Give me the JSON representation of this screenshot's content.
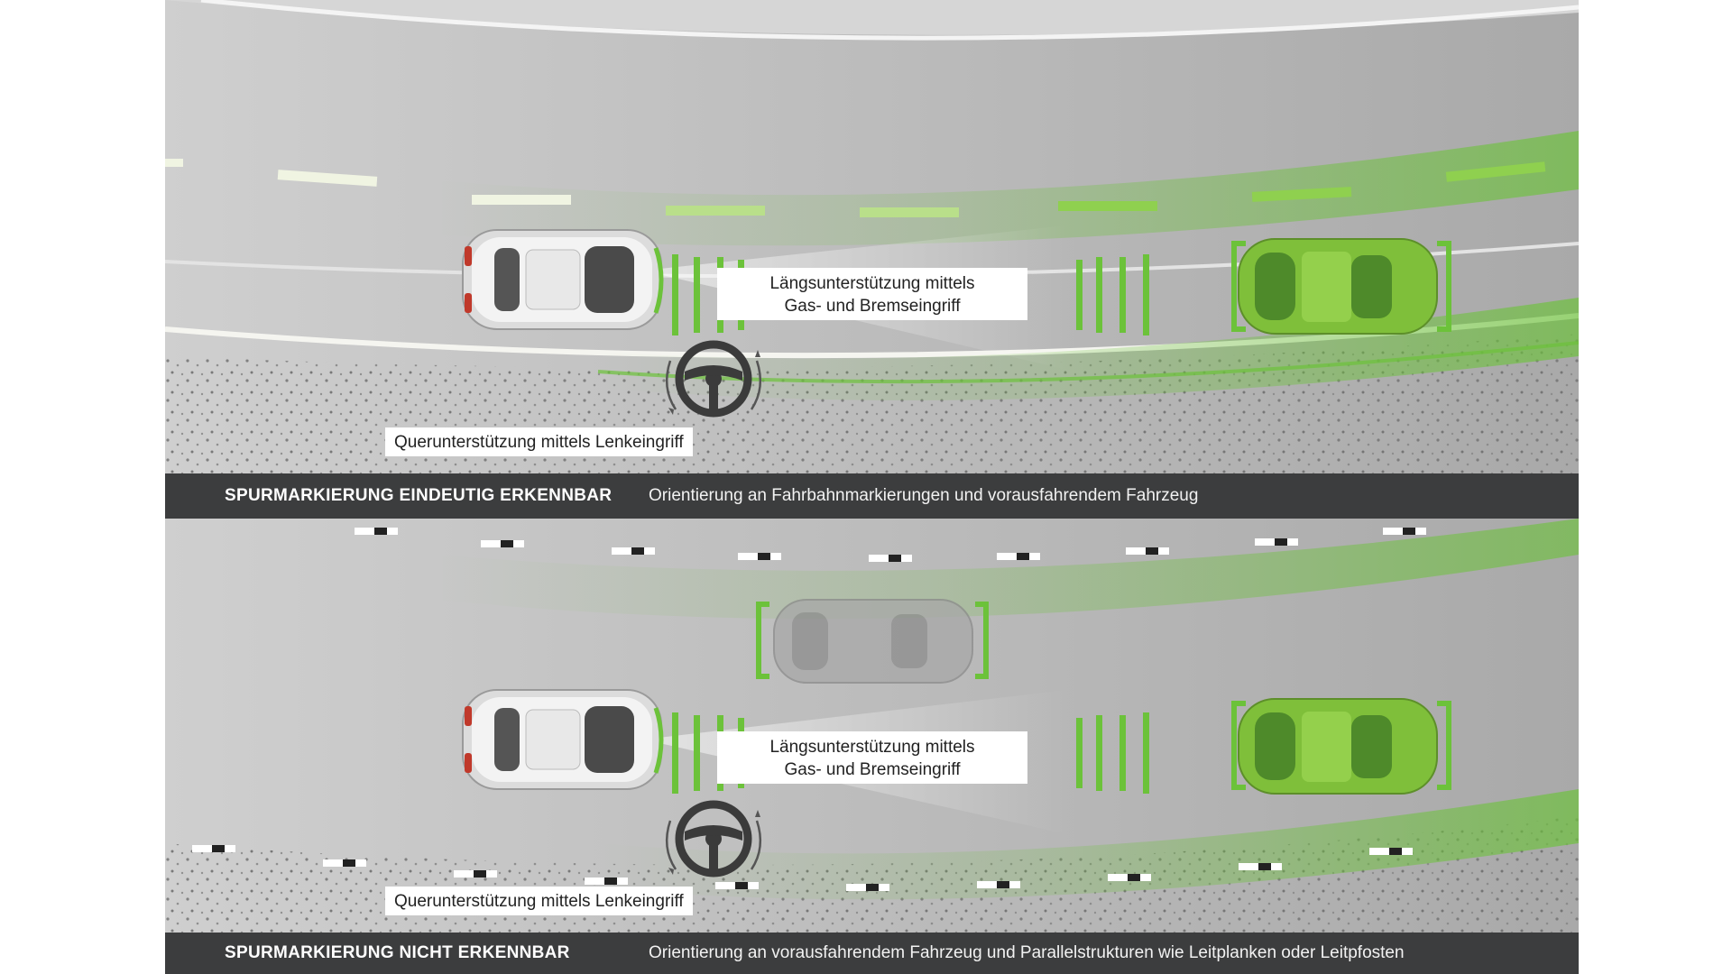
{
  "top_scenario": {
    "title": "SPURMARKIERUNG EINDEUTIG ERKENNBAR",
    "description": "Orientierung an Fahrbahnmarkierungen und vorausfahrendem Fahrzeug",
    "longitudinal_label_line1": "Längsunterstützung mittels",
    "longitudinal_label_line2": "Gas- und Bremseingriff",
    "lateral_label": "Querunterstützung mittels Lenkeingriff"
  },
  "bottom_scenario": {
    "title": "SPURMARKIERUNG NICHT ERKENNBAR",
    "description": "Orientierung an vorausfahrendem Fahrzeug und Parallelstrukturen wie Leitplanken oder Leitpfosten",
    "longitudinal_label_line1": "Längsunterstützung mittels",
    "longitudinal_label_line2": "Gas- und Bremseingriff",
    "lateral_label": "Querunterstützung mittels Lenkeingriff"
  },
  "colors": {
    "road": "#bcbcbc",
    "green": "#6cc23a",
    "lead_car": "#86c43b",
    "bar": "#3c3d3e"
  },
  "icons": {
    "steering": "steering-wheel-icon",
    "ego_car": "ego-car-icon",
    "lead_car": "lead-car-icon",
    "ghost_car": "ghost-car-icon"
  }
}
